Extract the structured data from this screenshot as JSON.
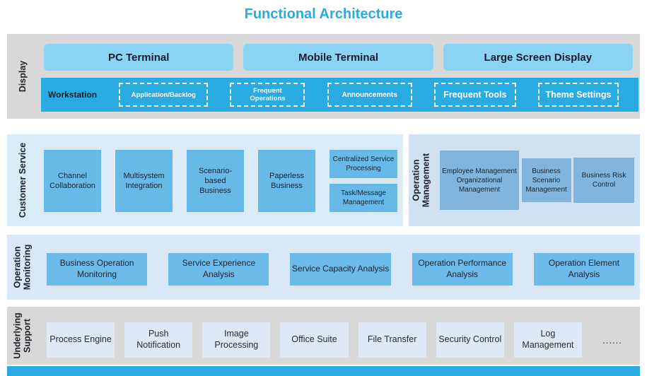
{
  "title": "Functional Architecture",
  "colors": {
    "accent": "#29abe2",
    "section_gray": "#d8d8d8",
    "section_blue": "#dcebf8",
    "panel_om_blue": "#cfe1f3",
    "terminal_button": "#89d4f2",
    "workstation_bar": "#29abe2",
    "box_blue": "#67b9e8",
    "box_om_blue": "#82b5dd",
    "box_light": "#dfe9f5",
    "dashed_border": "#ffffff"
  },
  "display": {
    "label": "Display",
    "terminals": [
      "PC Terminal",
      "Mobile Terminal",
      "Large Screen Display"
    ],
    "workstation": {
      "label": "Workstation",
      "items": [
        "Application/Backlog",
        "Frequent Operations",
        "Announcements",
        "Frequent Tools",
        "Theme Settings"
      ]
    }
  },
  "customer_service": {
    "label": "Customer Service",
    "boxes": [
      "Channel Collaboration",
      "Multisystem Integration",
      "Scenario-based Business",
      "Paperless Business"
    ],
    "stacked": [
      "Centralized Service Processing",
      "Task/Message Management"
    ]
  },
  "operation_management": {
    "label": "Operation Management",
    "boxes": [
      "Employee Management Organizational Management",
      "Business Scenario Management",
      "Business Risk Control"
    ]
  },
  "operation_monitoring": {
    "label": "Operation Monitoring",
    "boxes": [
      "Business Operation Monitoring",
      "Service Experience Analysis",
      "Service Capacity Analysis",
      "Operation Performance Analysis",
      "Operation Element Analysis"
    ]
  },
  "underlying_support": {
    "label": "Underlying Support",
    "boxes": [
      "Process Engine",
      "Push Notification",
      "Image Processing",
      "Office Suite",
      "File Transfer",
      "Security Control",
      "Log Management"
    ],
    "more": "......"
  }
}
